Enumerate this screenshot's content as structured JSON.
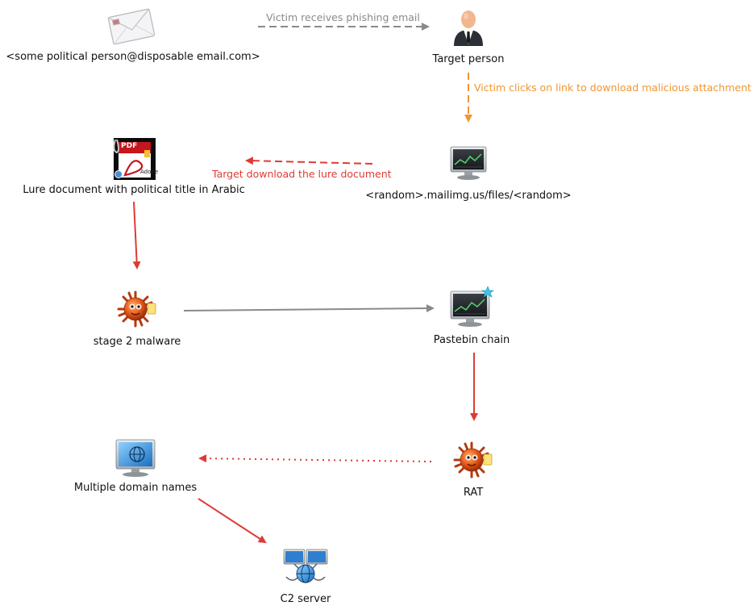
{
  "nodes": {
    "email": {
      "label": "<some political person@disposable email.com>",
      "icon": "envelope-icon"
    },
    "target": {
      "label": "Target person",
      "icon": "person-icon"
    },
    "url": {
      "label": "<random>.mailimg.us/files/<random>",
      "icon": "monitor-icon"
    },
    "lure": {
      "label": "Lure document with political title in Arabic",
      "icon": "pdf-document-icon",
      "icon_text_top": "PDF",
      "icon_text_bottom": "Adobe"
    },
    "stage2": {
      "label": "stage 2 malware",
      "icon": "malware-icon"
    },
    "pastebin": {
      "label": "Pastebin chain",
      "icon": "monitor-star-icon"
    },
    "rat": {
      "label": "RAT",
      "icon": "malware-icon"
    },
    "domains": {
      "label": "Multiple domain names",
      "icon": "monitor-globe-icon"
    },
    "c2": {
      "label": "C2 server",
      "icon": "network-server-icon"
    }
  },
  "edges": {
    "phish": {
      "label": "Victim receives phishing email",
      "color": "#8a8a8a",
      "style": "dashed"
    },
    "click": {
      "label": "Victim clicks on link to download malicious attachment",
      "color": "#f0962f",
      "style": "dashed"
    },
    "download": {
      "label": "Target download the lure document",
      "color": "#dd3b36",
      "style": "dashed"
    },
    "lure_to_stage2": {
      "label": "",
      "color": "#dd3b36",
      "style": "solid"
    },
    "stage2_to_pastebin": {
      "label": "",
      "color": "#8a8a8a",
      "style": "solid"
    },
    "pastebin_to_rat": {
      "label": "",
      "color": "#dd3b36",
      "style": "solid"
    },
    "rat_to_domains": {
      "label": "",
      "color": "#dd3b36",
      "style": "dotted"
    },
    "domains_to_c2": {
      "label": "",
      "color": "#dd3b36",
      "style": "solid"
    }
  }
}
